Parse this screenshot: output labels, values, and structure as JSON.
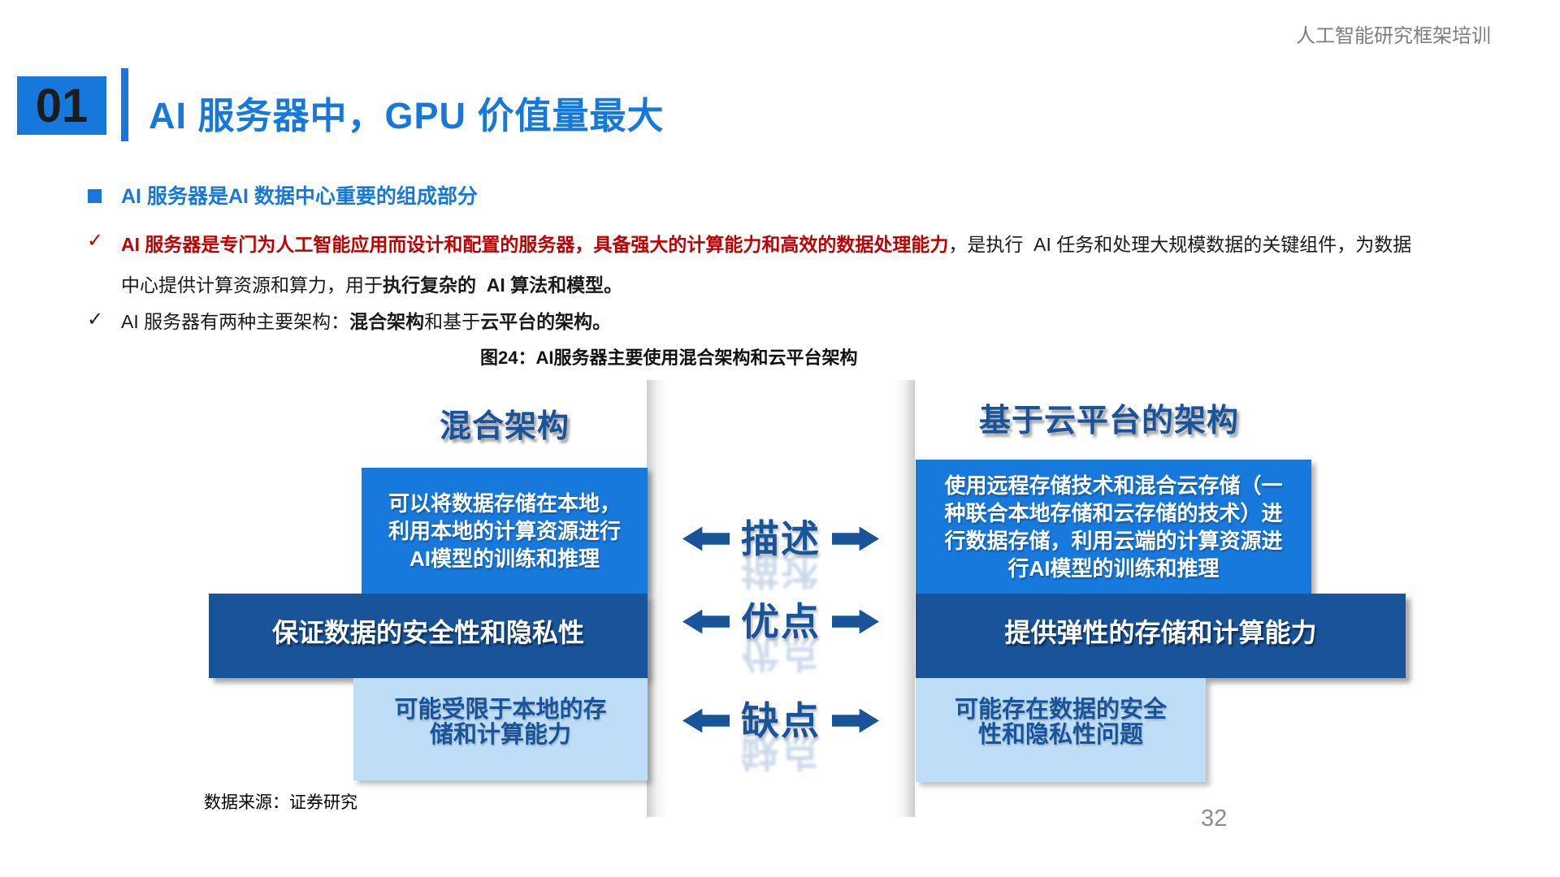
{
  "slide": {
    "header_right": "人工智能研究框架培训",
    "section_number": "01",
    "title": "AI 服务器中，GPU 价值量最大",
    "page_number": "32",
    "source_note": "数据来源：证券研究"
  },
  "bullets": {
    "heading": "AI 服务器是AI 数据中心重要的组成部分",
    "check_mark": "✓",
    "p1_red": "AI 服务器是专门为人工智能应用而设计和配置的服务器，具备强大的计算能力和高效的数据处理能力",
    "p1_normal": "，是执行  AI 任务和处理大规模数据的关键组件，为数据中心提供计算资源和算力，用于",
    "p1_bold": "执行复杂的  AI 算法和模型。",
    "p2_normal1": "AI 服务器有两种主要架构：",
    "p2_bold1": "混合架构",
    "p2_normal2": "和基于",
    "p2_bold2": "云平台的架构。",
    "figure_title": "图24：AI服务器主要使用混合架构和云平台架构"
  },
  "diagram": {
    "left": {
      "header": "混合架构",
      "description_lines": [
        "可以将数据存储在本地，",
        "利用本地的计算资源进行",
        "AI模型的训练和推理"
      ],
      "advantage": "保证数据的安全性和隐私性",
      "disadvantage_lines": [
        "可能受限于本地的存",
        "储和计算能力"
      ]
    },
    "right": {
      "header": "基于云平台的架构",
      "description_lines": [
        "使用远程存储技术和混合云存储（一",
        "种联合本地存储和云存储的技术）进",
        "行数据存储，利用云端的计算资源进",
        "行AI模型的训练和推理"
      ],
      "advantage": "提供弹性的存储和计算能力",
      "disadvantage_lines": [
        "可能存在数据的安全",
        "性和隐私性问题"
      ]
    },
    "rows": [
      {
        "label": "描述"
      },
      {
        "label": "优点"
      },
      {
        "label": "缺点"
      }
    ]
  },
  "colors": {
    "accent_blue": "#1778db",
    "medium_blue": "#1879dd",
    "dark_blue": "#19549b",
    "light_blue": "#bddef6",
    "red": "#c00000",
    "gray": "#7e7e7e"
  }
}
